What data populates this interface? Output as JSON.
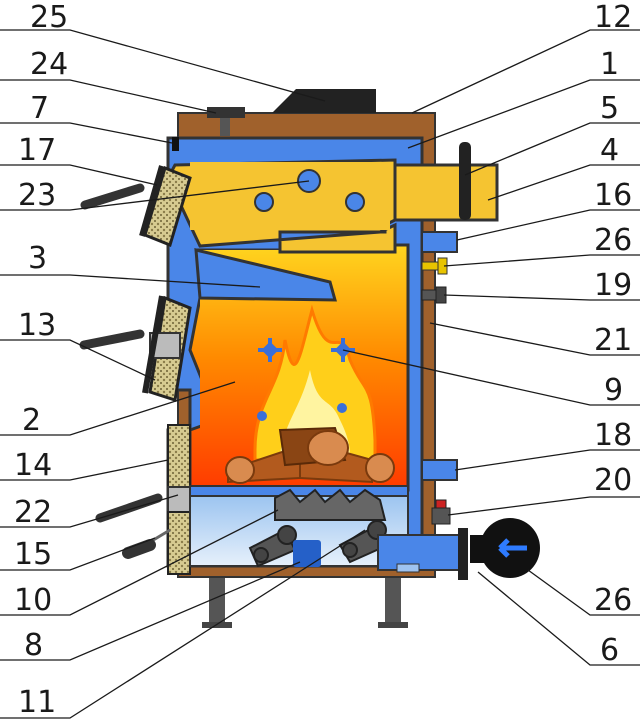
{
  "diagram": {
    "labels_left": [
      "25",
      "24",
      "7",
      "17",
      "23",
      "3",
      "13",
      "2",
      "14",
      "22",
      "15",
      "10",
      "8",
      "11"
    ],
    "labels_right": [
      "12",
      "1",
      "5",
      "4",
      "16",
      "26",
      "19",
      "21",
      "9",
      "18",
      "20",
      "26",
      "6"
    ]
  },
  "colors": {
    "water_jacket": "#4a86e8",
    "flue_gas": "#f5c431",
    "firebox_hot": "#ff5a00",
    "casing_wood": "#a0612c",
    "insulation": "#c8b878",
    "outline": "#333333"
  }
}
